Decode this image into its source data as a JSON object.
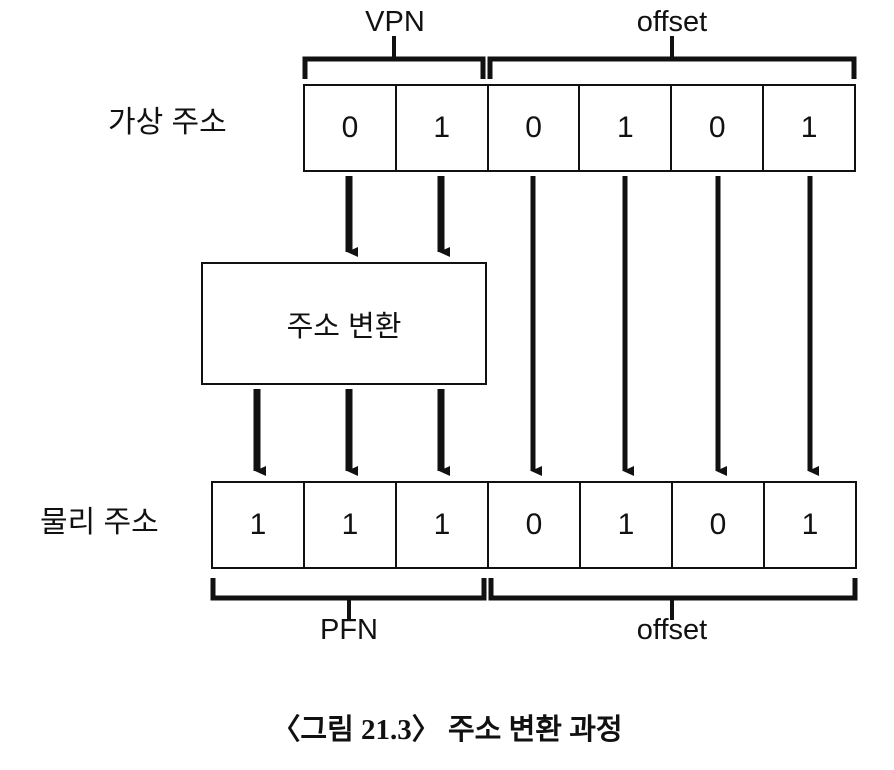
{
  "figure": {
    "caption": "〈그림 21.3〉 주소 변환 과정",
    "stroke_color": "#111111",
    "background_color": "#ffffff"
  },
  "virtual_address": {
    "label": "가상 주소",
    "bits": [
      "0",
      "1",
      "0",
      "1",
      "0",
      "1"
    ],
    "fields": [
      {
        "name": "VPN",
        "bit_count": 2
      },
      {
        "name": "offset",
        "bit_count": 4
      }
    ]
  },
  "translation_box": {
    "label": "주소 변환"
  },
  "physical_address": {
    "label": "물리 주소",
    "bits": [
      "1",
      "1",
      "1",
      "0",
      "1",
      "0",
      "1"
    ],
    "fields": [
      {
        "name": "PFN",
        "bit_count": 3
      },
      {
        "name": "offset",
        "bit_count": 4
      }
    ]
  },
  "brace_labels": {
    "vpn_top": "VPN",
    "offset_top": "offset",
    "pfn_bottom": "PFN",
    "offset_bottom": "offset"
  }
}
